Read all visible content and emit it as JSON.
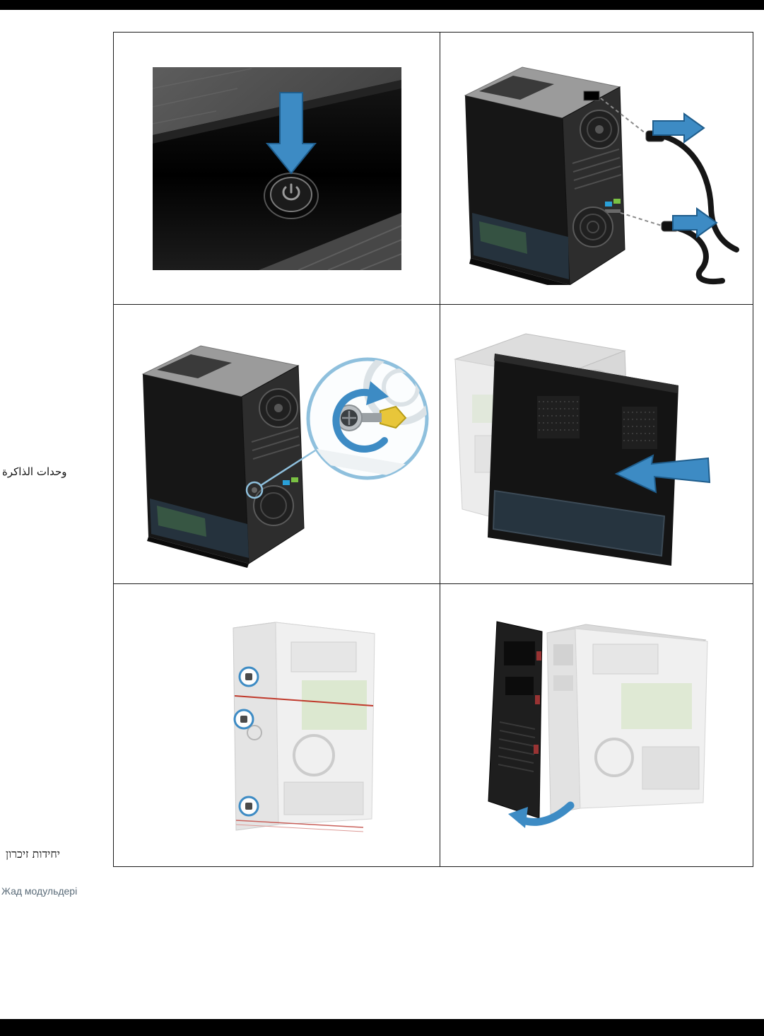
{
  "labels": {
    "memory_modules_arabic": "وحدات الذاكرة",
    "memory_units_hebrew": "יחידות זיכרון",
    "memory_modules_kazakh": "Жад модульдері"
  },
  "colors": {
    "arrow_blue": "#3d8bc4",
    "arrow_blue_edge": "#1f5d8c",
    "callout_light_blue": "#8fc0dd",
    "screwdriver_yellow": "#e8c63a",
    "kazakh_label_gray": "#5a6b78",
    "rule_black": "#000000"
  }
}
